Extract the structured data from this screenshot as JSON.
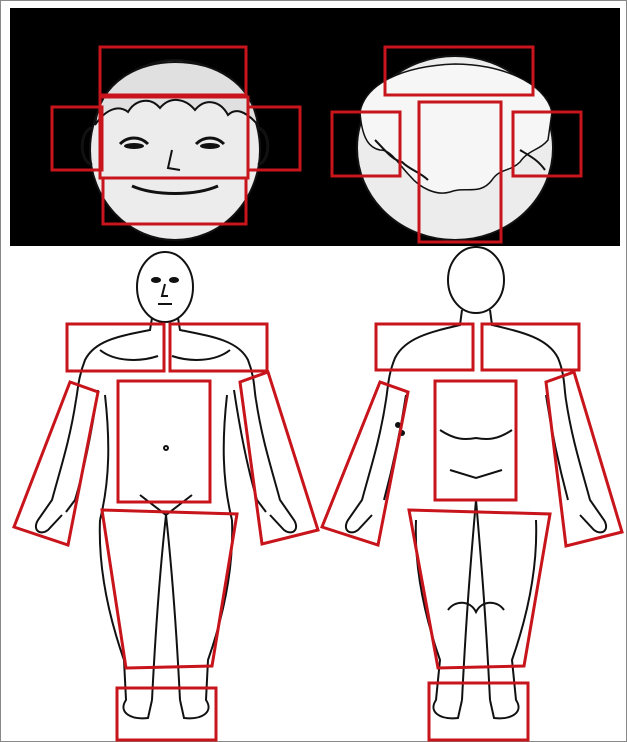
{
  "colors": {
    "page_background": "#ffffff",
    "head_panel_background": "#000000",
    "body_panel_background": "#ffffff",
    "head_fill": "#ececec",
    "outline": "#111111",
    "region_box": "#c8141b",
    "frame": "#888888"
  },
  "panels": [
    {
      "name": "head-views-panel",
      "views": [
        "head-front-view",
        "head-back-view"
      ]
    },
    {
      "name": "body-views-panel",
      "views": [
        "body-front-view",
        "body-back-view"
      ]
    }
  ],
  "icons": [
    "head-front-drawing",
    "head-back-drawing",
    "body-front-drawing",
    "body-back-drawing"
  ],
  "region_boxes": {
    "head_front": [
      "top-of-head",
      "left-ear",
      "face",
      "right-ear",
      "chin-and-neck"
    ],
    "head_back": [
      "top-of-head-back",
      "left-ear-back",
      "back-of-head",
      "right-ear-back"
    ],
    "body_front": [
      "left-shoulder",
      "right-shoulder",
      "left-arm",
      "torso",
      "right-arm",
      "legs",
      "feet"
    ],
    "body_back": [
      "left-shoulder-back",
      "right-shoulder-back",
      "left-arm-back",
      "back",
      "right-arm-back",
      "legs-back",
      "feet-back"
    ]
  }
}
